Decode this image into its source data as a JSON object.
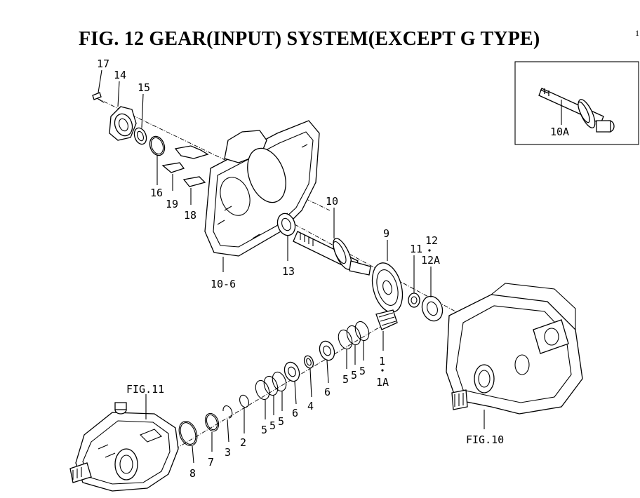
{
  "title": "FIG. 12  GEAR(INPUT) SYSTEM(EXCEPT G TYPE)",
  "page_number": "1",
  "callouts": {
    "c1": "1",
    "c1A": "1A",
    "c2": "2",
    "c3": "3",
    "c4": "4",
    "c5a": "5",
    "c5b": "5",
    "c5c": "5",
    "c5d": "5",
    "c5e": "5",
    "c5f": "5",
    "c6a": "6",
    "c6b": "6",
    "c7": "7",
    "c8": "8",
    "c9": "9",
    "c10": "10",
    "c10_6": "10-6",
    "c10A": "10A",
    "c11": "11",
    "c12": "12",
    "c12A": "12A",
    "c13": "13",
    "c14": "14",
    "c15": "15",
    "c16": "16",
    "c17": "17",
    "c18": "18",
    "c19": "19",
    "fig11": "FIG.11",
    "fig10": "FIG.10"
  }
}
